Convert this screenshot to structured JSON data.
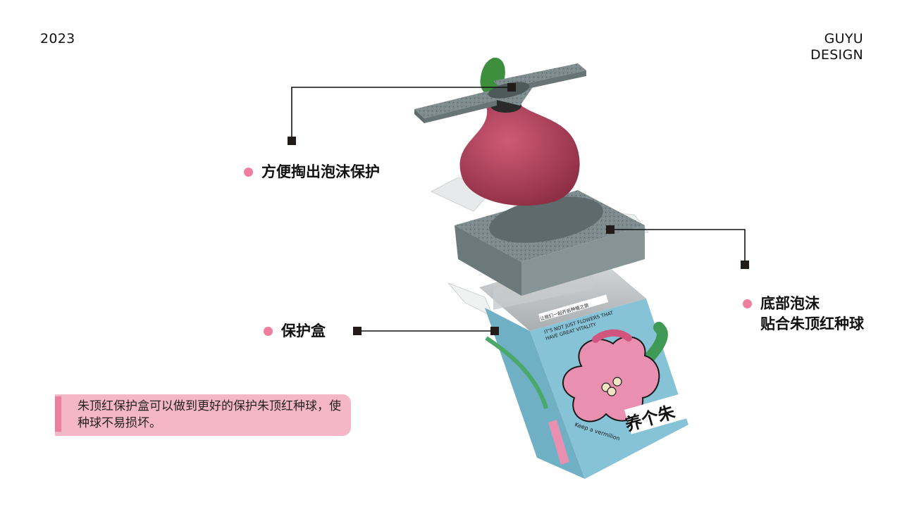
{
  "header": {
    "year": "2023",
    "brand_line1": "GUYU",
    "brand_line2": "DESIGN"
  },
  "callouts": {
    "top_foam": "方便掏出泡沫保护",
    "box": "保护盒",
    "bottom_foam_line1": "底部泡沫",
    "bottom_foam_line2": "贴合朱顶红种球"
  },
  "note": {
    "text": "朱顶红保护盒可以做到更好的保护朱顶红种球，使种球不易损坏。"
  },
  "box_print": {
    "cn_tag": "让我们一起开启种植之旅",
    "en_line1": "IT'S NOT JUST FLOWERS THAT",
    "en_line2": "HAVE GREAT VITALITY",
    "slogan": "Keep a vermilion",
    "logo": "养个朱"
  },
  "colors": {
    "accent_pink": "#ef7f9e",
    "note_bg": "#f5b7c5",
    "box_blue": "#86c3d7",
    "foam_gray": "#7c8a8d",
    "bulb_red": "#b84560",
    "leaf_green": "#3d8f3d",
    "flower_pink": "#e98fb0"
  }
}
